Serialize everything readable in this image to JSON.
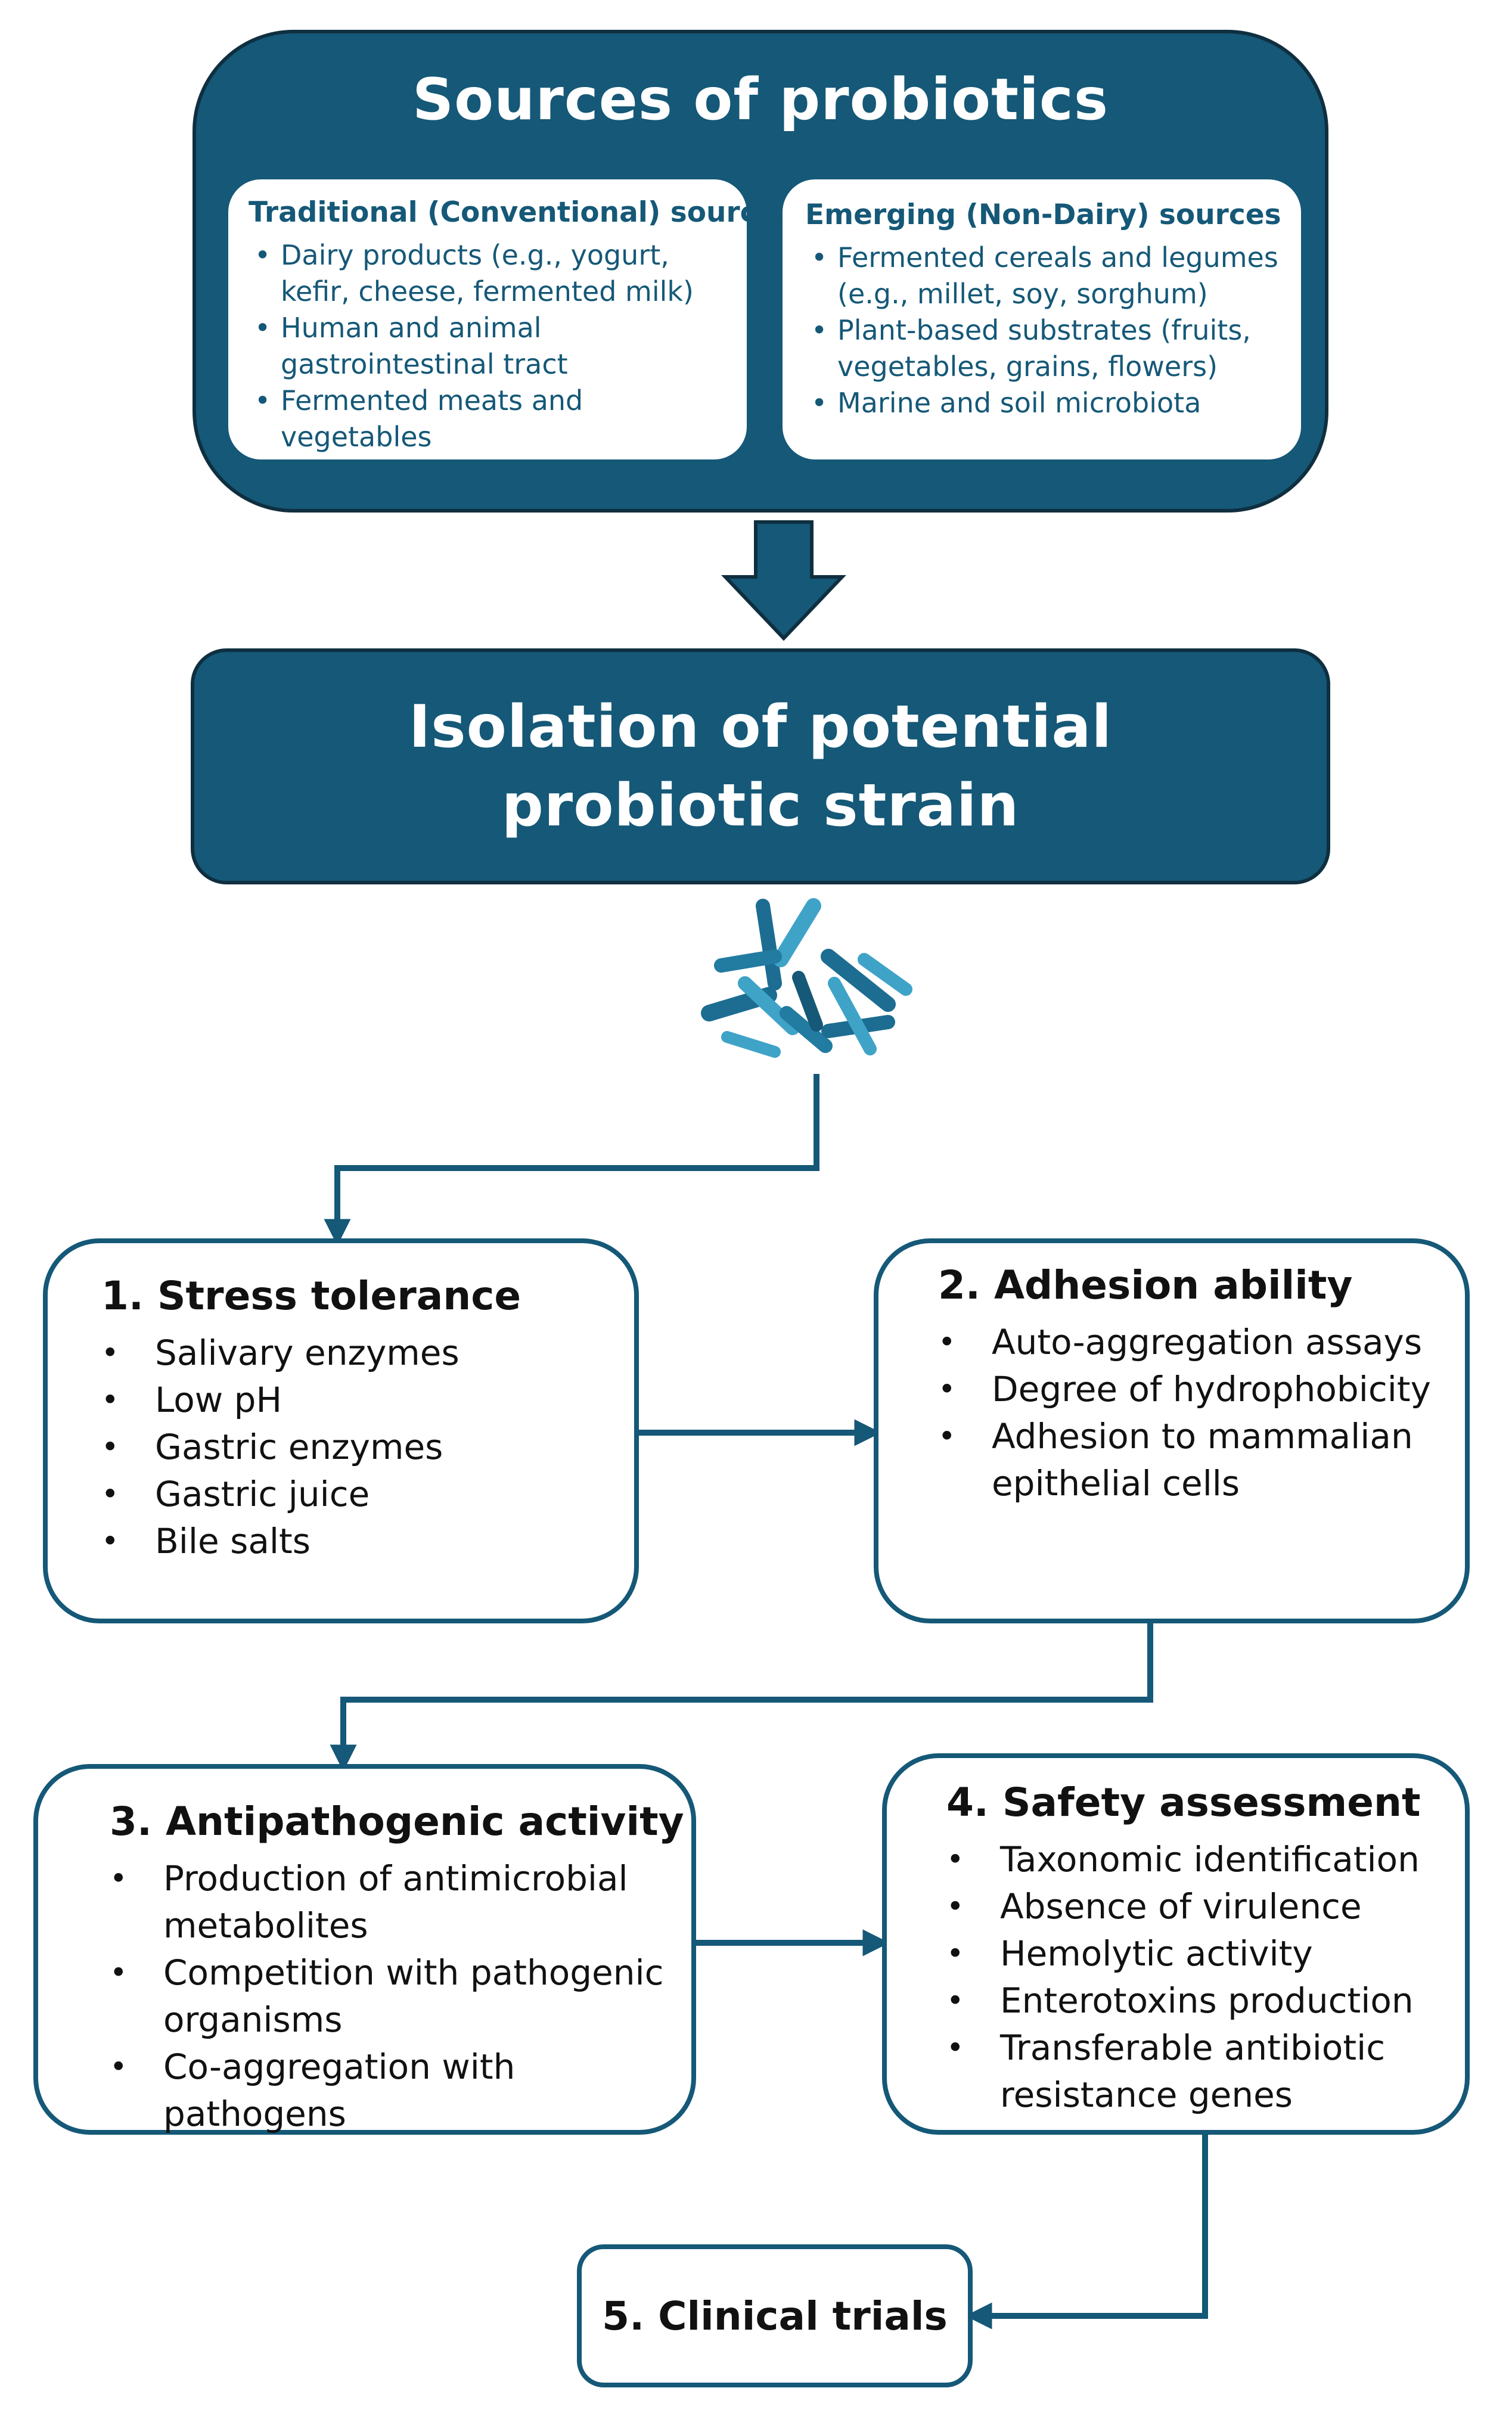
{
  "colors": {
    "primary": "#155877",
    "border_dark": "#0f2f40",
    "text_dark": "#111111",
    "background": "#ffffff"
  },
  "sources": {
    "title": "Sources of probiotics",
    "traditional": {
      "heading": "Traditional (Conventional) sources",
      "items": [
        "Dairy products (e.g., yogurt, kefir, cheese, fermented milk)",
        "Human and animal gastrointestinal tract",
        "Fermented meats and vegetables"
      ]
    },
    "emerging": {
      "heading": "Emerging (Non-Dairy) sources",
      "items": [
        "Fermented cereals and legumes (e.g., millet, soy, sorghum)",
        "Plant-based substrates (fruits, vegetables, grains, flowers)",
        "Marine and soil microbiota"
      ]
    }
  },
  "isolation": {
    "title": "Isolation of potential probiotic strain",
    "icon": "bacteria-icon"
  },
  "steps": [
    {
      "title": "1. Stress tolerance",
      "items": [
        "Salivary enzymes",
        "Low pH",
        "Gastric enzymes",
        "Gastric juice",
        "Bile salts"
      ]
    },
    {
      "title": "2. Adhesion ability",
      "items": [
        "Auto-aggregation assays",
        "Degree of hydrophobicity",
        "Adhesion to mammalian epithelial cells"
      ]
    },
    {
      "title": "3. Antipathogenic activity",
      "items": [
        "Production of antimicrobial metabolites",
        "Competition with pathogenic organisms",
        "Co-aggregation with pathogens"
      ]
    },
    {
      "title": "4. Safety assessment",
      "items": [
        "Taxonomic identification",
        "Absence of virulence",
        "Hemolytic activity",
        "Enterotoxins production",
        "Transferable antibiotic resistance genes"
      ]
    },
    {
      "title": "5. Clinical trials",
      "items": []
    }
  ]
}
